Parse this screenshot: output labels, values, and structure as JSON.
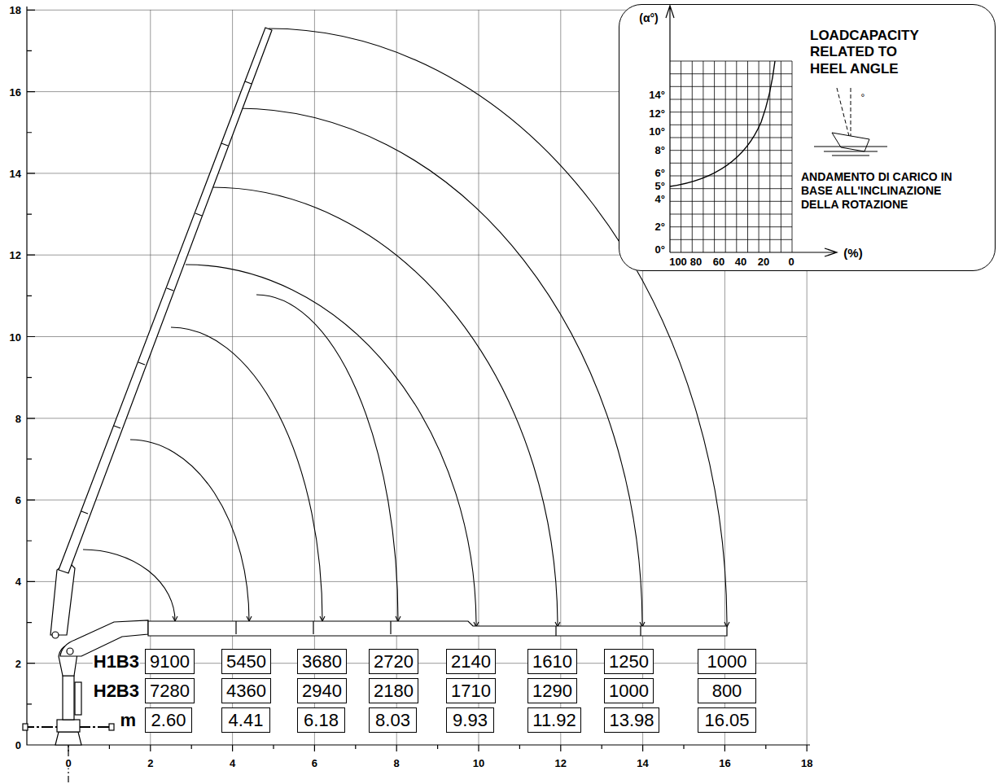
{
  "diagram": {
    "nodes": [
      {
        "text": [
          "LOADCAPACITY RELATED TO HEEL ANGLE",
          "ANDAMENTO DI CARICO IN BASE ALL'INCLINAZIONE DELLA ROTAZIONE"
        ]
      },
      {
        "text": [
          "9100"
        ]
      },
      {
        "text": [
          "5450"
        ]
      },
      {
        "text": [
          "3680"
        ]
      },
      {
        "text": [
          "2720"
        ]
      },
      {
        "text": [
          "2140"
        ]
      },
      {
        "text": [
          "1610"
        ]
      },
      {
        "text": [
          "1250"
        ]
      },
      {
        "text": [
          "1000"
        ]
      },
      {
        "text": [
          "7280"
        ]
      },
      {
        "text": [
          "4360"
        ]
      },
      {
        "text": [
          "2940"
        ]
      },
      {
        "text": [
          "2180"
        ]
      },
      {
        "text": [
          "1710"
        ]
      },
      {
        "text": [
          "1290"
        ]
      },
      {
        "text": [
          "1000"
        ]
      },
      {
        "text": [
          "800"
        ]
      },
      {
        "text": [
          "2.60"
        ]
      },
      {
        "text": [
          "4.41"
        ]
      },
      {
        "text": [
          "6.18"
        ]
      },
      {
        "text": [
          "8.03"
        ]
      },
      {
        "text": [
          "9.93"
        ]
      },
      {
        "text": [
          "11.92"
        ]
      },
      {
        "text": [
          "13.98"
        ]
      },
      {
        "text": [
          "16.05"
        ]
      }
    ],
    "labels": [
      "18",
      "16",
      "14",
      "12",
      "10",
      "8",
      "6",
      "4",
      "2",
      "0",
      "(α°)",
      "14°",
      "12°",
      "10°",
      "8°",
      "6°",
      "5°",
      "4°",
      "2°",
      "0°",
      "°",
      "100",
      "80",
      "60",
      "40",
      "20",
      "0",
      "(%)",
      "H1B3",
      "H2B3",
      "m",
      "0",
      "2",
      "4",
      "6",
      "8",
      "10",
      "12",
      "14",
      "16",
      "18"
    ]
  }
}
